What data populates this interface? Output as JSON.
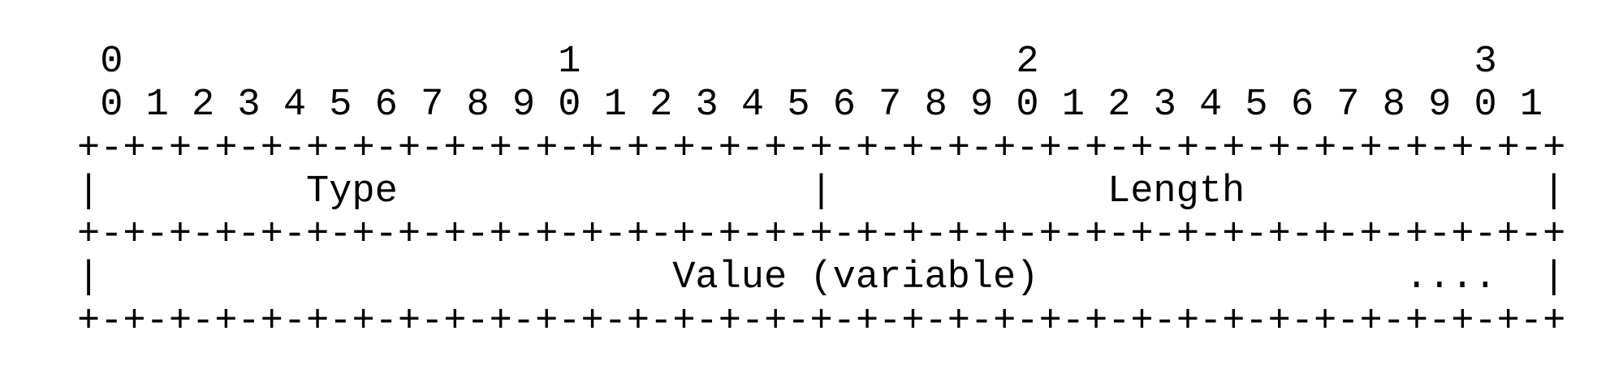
{
  "ruler": {
    "tens": " 0                   1                   2                   3",
    "units": " 0 1 2 3 4 5 6 7 8 9 0 1 2 3 4 5 6 7 8 9 0 1 2 3 4 5 6 7 8 9 0 1"
  },
  "border": "+-+-+-+-+-+-+-+-+-+-+-+-+-+-+-+-+-+-+-+-+-+-+-+-+-+-+-+-+-+-+-+-+",
  "separator": "|",
  "fields": {
    "type": "Type",
    "length": "Length",
    "value": "Value (variable)",
    "continuation": "...."
  }
}
